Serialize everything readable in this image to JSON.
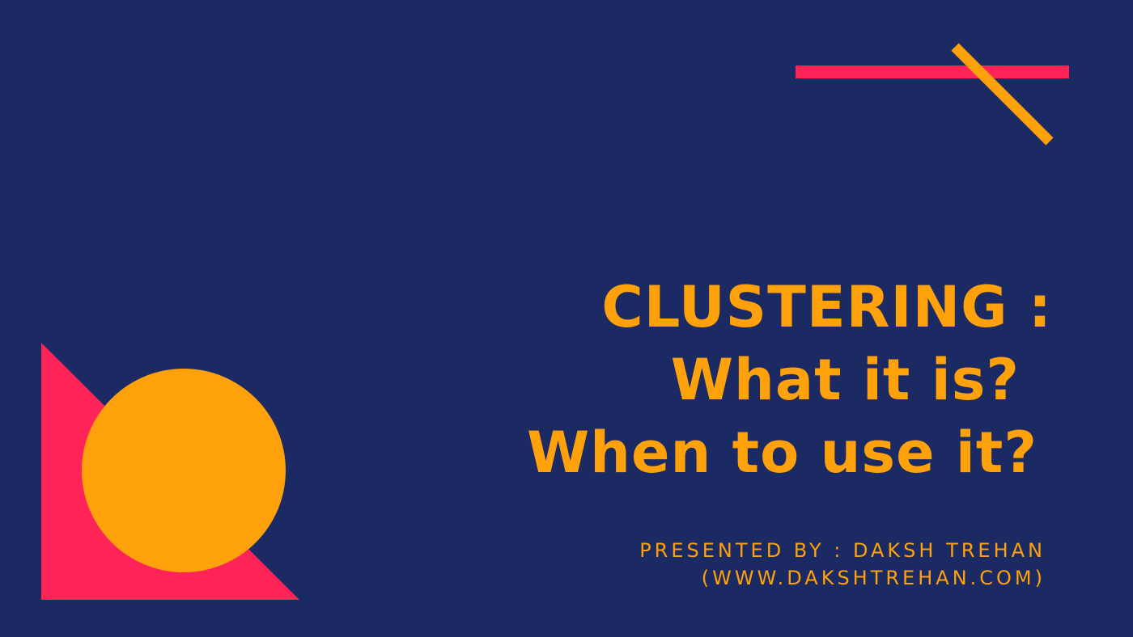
{
  "slide": {
    "title_lines": [
      "CLUSTERING :",
      "What it is?",
      "When to use it?"
    ],
    "presenter": "PRESENTED BY : DAKSH TREHAN",
    "website": "(WWW.DAKSHTREHAN.COM)"
  },
  "colors": {
    "background": "#1b2a63",
    "accent_orange": "#ffa10a",
    "accent_pink": "#ff2458"
  },
  "decorations": [
    "pink-horizontal-bar",
    "orange-diagonal-bar",
    "pink-triangle",
    "orange-circle"
  ]
}
